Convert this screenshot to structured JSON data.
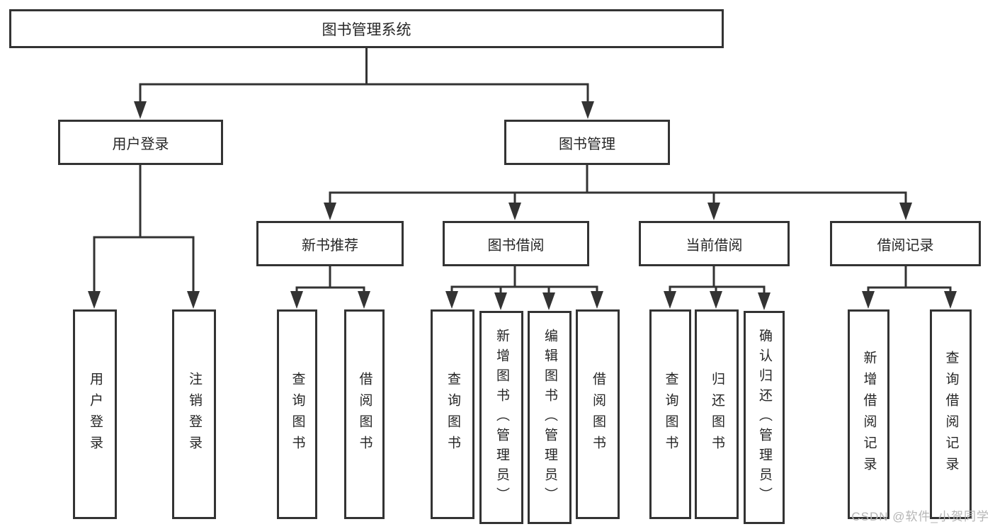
{
  "tree": {
    "label": "图书管理系统",
    "children": [
      {
        "label": "用户登录",
        "children": [
          {
            "label": "用户登录"
          },
          {
            "label": "注销登录"
          }
        ]
      },
      {
        "label": "图书管理",
        "children": [
          {
            "label": "新书推荐",
            "children": [
              {
                "label": "查询图书"
              },
              {
                "label": "借阅图书"
              }
            ]
          },
          {
            "label": "图书借阅",
            "children": [
              {
                "label": "查询图书"
              },
              {
                "label": "新增图书（管理员）"
              },
              {
                "label": "编辑图书（管理员）"
              },
              {
                "label": "借阅图书"
              }
            ]
          },
          {
            "label": "当前借阅",
            "children": [
              {
                "label": "查询图书"
              },
              {
                "label": "归还图书"
              },
              {
                "label": "确认归还（管理员）"
              }
            ]
          },
          {
            "label": "借阅记录",
            "children": [
              {
                "label": "新增借阅记录"
              },
              {
                "label": "查询借阅记录"
              }
            ]
          }
        ]
      }
    ]
  },
  "watermark": {
    "text": "CSDN @软件_小贺同学"
  },
  "colors": {
    "line": "#333333",
    "node_border": "#333333",
    "node_fill": "#ffffff",
    "text": "#262626",
    "watermark": "#b5b5b5",
    "background": "#ffffff"
  }
}
